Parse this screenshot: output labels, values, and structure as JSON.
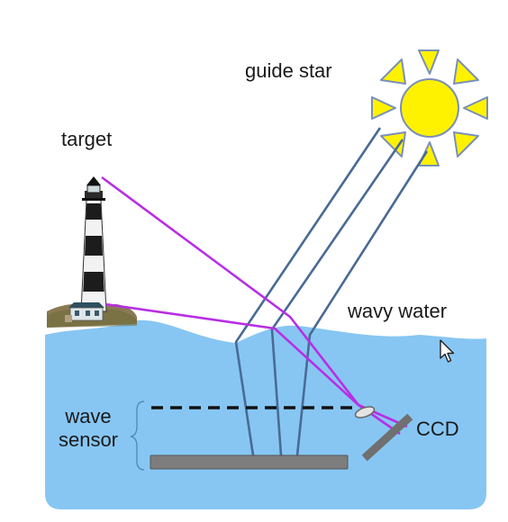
{
  "labels": {
    "guide_star": "guide star",
    "target": "target",
    "wavy_water": "wavy water",
    "wave": "wave",
    "sensor": "sensor",
    "ccd": "CCD"
  },
  "icons": {
    "sun": "sun-icon",
    "lighthouse": "lighthouse-icon",
    "cursor": "mouse-pointer-icon"
  },
  "colors": {
    "water": "#87c6f3",
    "star_rays": "#4a6a96",
    "target_rays": "#b82ee6",
    "sun_fill": "#fff200",
    "sun_stroke": "#7a8fb8",
    "sensor_bar": "#7d7d7d",
    "ccd": "#707070"
  }
}
